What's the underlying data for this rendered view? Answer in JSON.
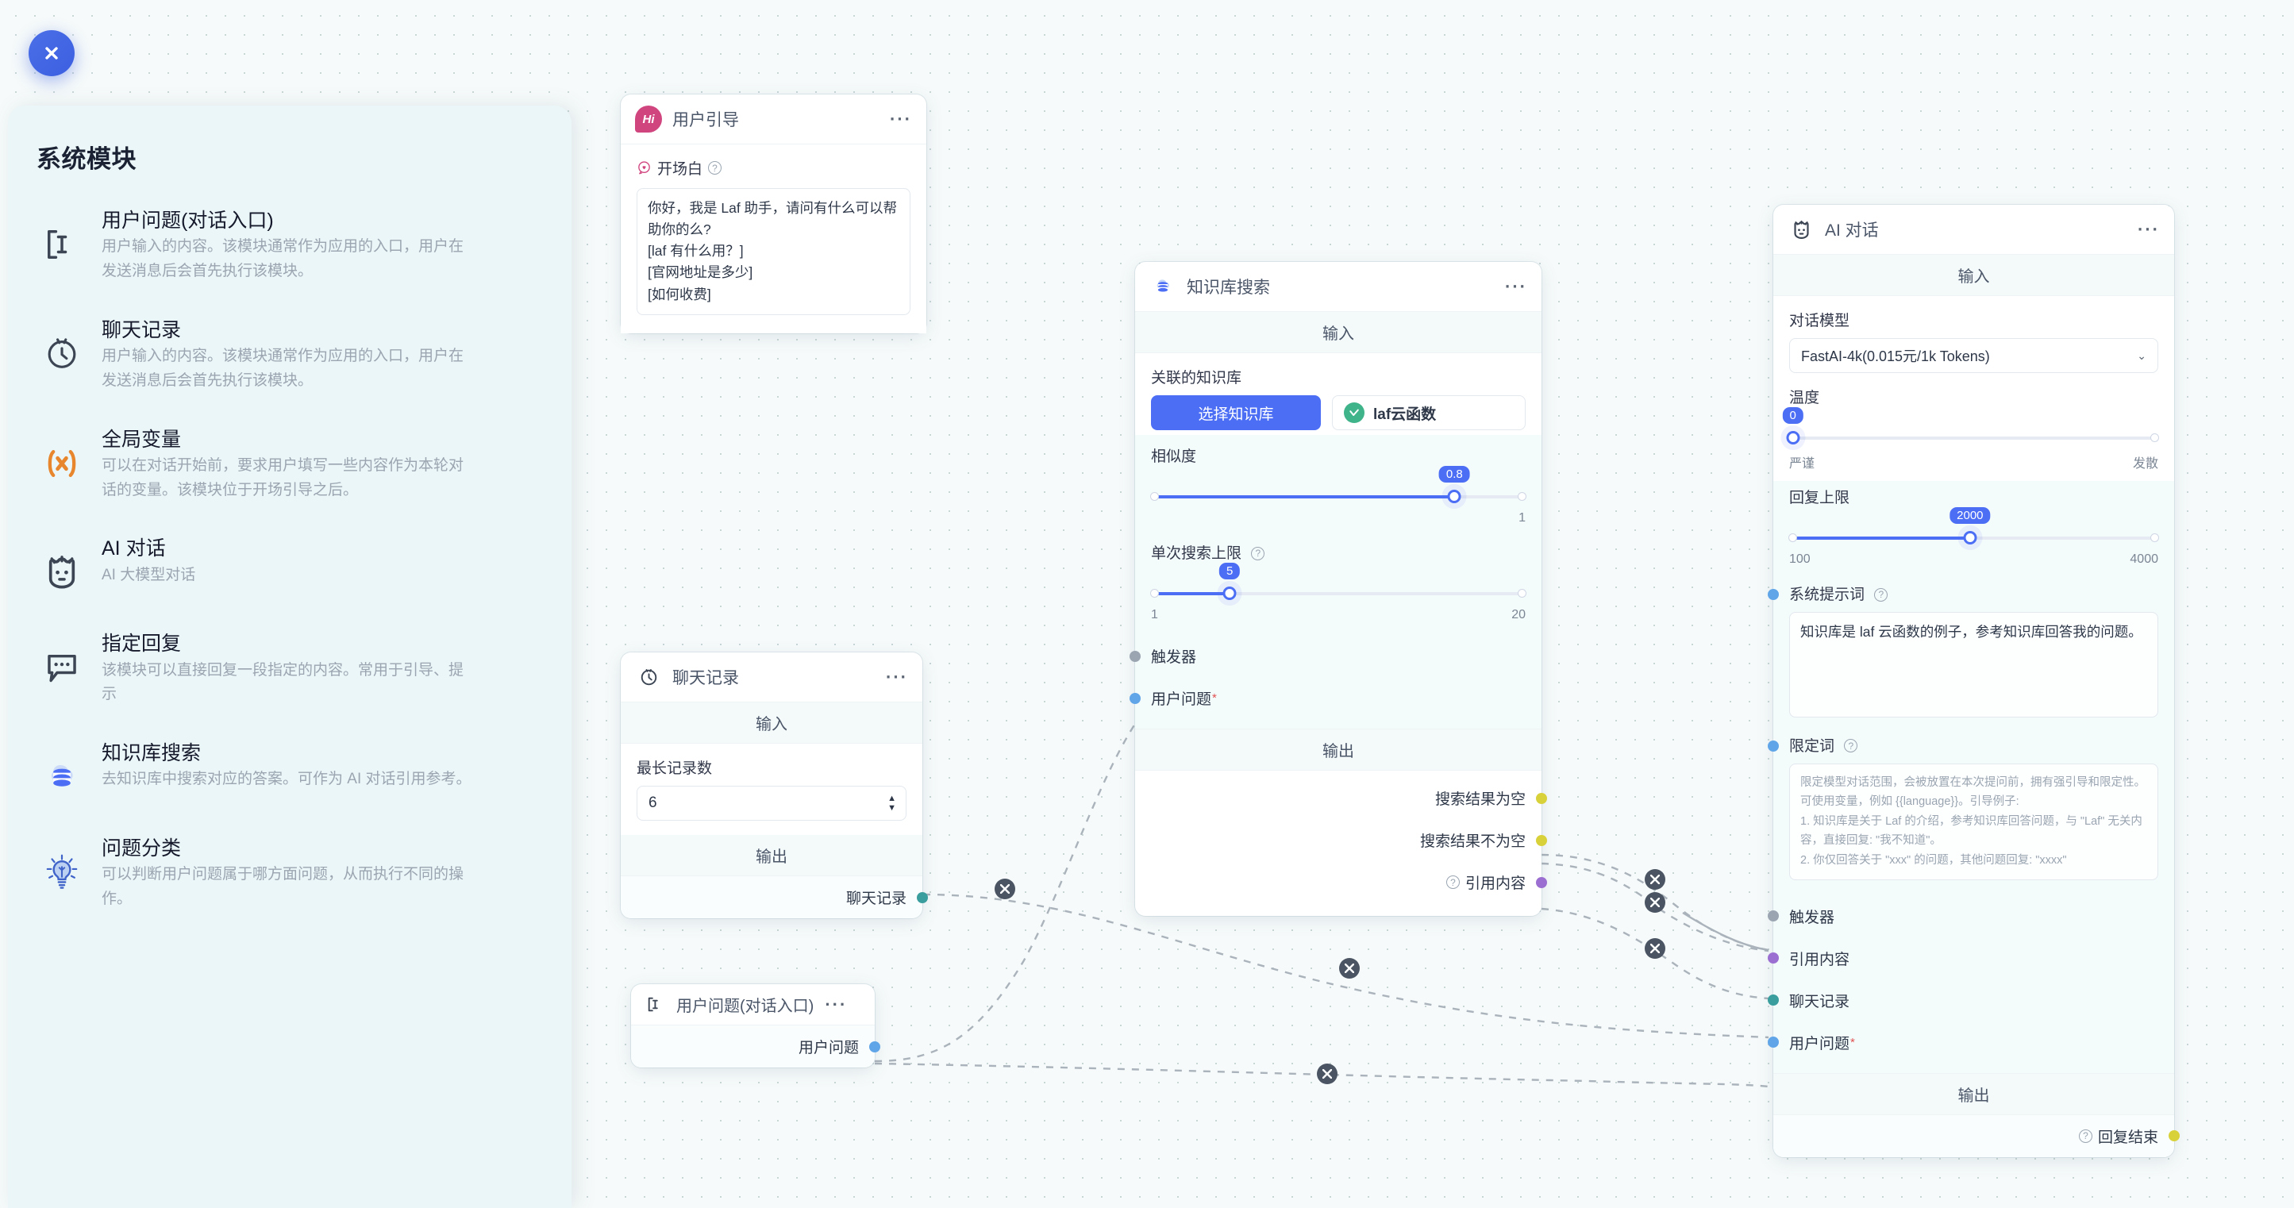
{
  "close_button": {
    "icon": "close-icon",
    "label": "关闭"
  },
  "sidebar": {
    "title": "系统模块",
    "items": [
      {
        "icon": "text-cursor-icon",
        "name": "用户问题(对话入口)",
        "desc": "用户输入的内容。该模块通常作为应用的入口，用户在发送消息后会首先执行该模块。"
      },
      {
        "icon": "clock-history-icon",
        "name": "聊天记录",
        "desc": "用户输入的内容。该模块通常作为应用的入口，用户在发送消息后会首先执行该模块。"
      },
      {
        "icon": "variable-x-icon",
        "name": "全局变量",
        "desc": "可以在对话开始前，要求用户填写一些内容作为本轮对话的变量。该模块位于开场引导之后。"
      },
      {
        "icon": "robot-head-icon",
        "name": "AI 对话",
        "desc": "AI 大模型对话"
      },
      {
        "icon": "chat-bubble-icon",
        "name": "指定回复",
        "desc": "该模块可以直接回复一段指定的内容。常用于引导、提示"
      },
      {
        "icon": "database-cloud-icon",
        "name": "知识库搜索",
        "desc": "去知识库中搜索对应的答案。可作为 AI 对话引用参考。"
      },
      {
        "icon": "lightbulb-icon",
        "name": "问题分类",
        "desc": "可以判断用户问题属于哪方面问题，从而执行不同的操作。"
      }
    ]
  },
  "nodes": {
    "user_guide": {
      "title": "用户引导",
      "icon": "hi-badge-icon",
      "menu": "···",
      "field_label": "开场白",
      "field_value": "你好，我是 Laf 助手，请问有什么可以帮助你的么?\n[laf 有什么用？]\n[官网地址是多少]\n[如何收费]"
    },
    "chat_history": {
      "title": "聊天记录",
      "icon": "clock-history-icon",
      "menu": "···",
      "input_band": "输入",
      "max_label": "最长记录数",
      "max_value": "6",
      "output_band": "输出",
      "output_port": "聊天记录"
    },
    "user_question": {
      "title": "用户问题(对话入口)",
      "icon": "text-cursor-icon",
      "menu": "···",
      "output_port": "用户问题"
    },
    "kb_search": {
      "title": "知识库搜索",
      "icon": "database-cloud-icon",
      "menu": "···",
      "input_band": "输入",
      "kb_label": "关联的知识库",
      "kb_select_btn": "选择知识库",
      "kb_chip": "laf云函数",
      "similarity_label": "相似度",
      "similarity_value": "0.8",
      "similarity_max": "1",
      "limit_label": "单次搜索上限",
      "limit_value": "5",
      "limit_min": "1",
      "limit_max": "20",
      "in_trigger": "触发器",
      "in_question": "用户问题",
      "in_question_required": "*",
      "output_band": "输出",
      "out_empty": "搜索结果为空",
      "out_not_empty": "搜索结果不为空",
      "out_quote": "引用内容"
    },
    "ai_chat": {
      "title": "AI 对话",
      "icon": "robot-head-icon",
      "menu": "···",
      "input_band": "输入",
      "model_label": "对话模型",
      "model_value": "FastAI-4k(0.015元/1k Tokens)",
      "temp_label": "温度",
      "temp_value": "0",
      "temp_min_label": "严谨",
      "temp_max_label": "发散",
      "maxtok_label": "回复上限",
      "maxtok_value": "2000",
      "maxtok_min": "100",
      "maxtok_max": "4000",
      "sys_prompt_label": "系统提示词",
      "sys_prompt_value": "知识库是 laf 云函数的例子，参考知识库回答我的问题。",
      "limit_word_label": "限定词",
      "limit_word_placeholder": "限定模型对话范围，会被放置在本次提问前，拥有强引导和限定性。可使用变量，例如 {{language}}。引导例子:\n1. 知识库是关于 Laf 的介绍，参考知识库回答问题，与 \"Laf\" 无关内容，直接回复: \"我不知道\"。\n2. 你仅回答关于 \"xxx\" 的问题，其他问题回复: \"xxxx\"",
      "in_trigger": "触发器",
      "in_quote": "引用内容",
      "in_history": "聊天记录",
      "in_question": "用户问题",
      "in_question_required": "*",
      "output_band": "输出",
      "out_finish": "回复结束"
    }
  },
  "colors": {
    "accent": "#4c6ef5",
    "port_blue": "#60a5e8",
    "port_gray": "#9aa5b1",
    "port_yellow": "#d8d13a",
    "port_purple": "#9b6fd1",
    "port_teal": "#3a9e9e",
    "sidebar_bg": "#eaf6f7",
    "brand_pink": "#d1457f",
    "laf_green": "#3fb38a",
    "orange": "#e8862e"
  }
}
